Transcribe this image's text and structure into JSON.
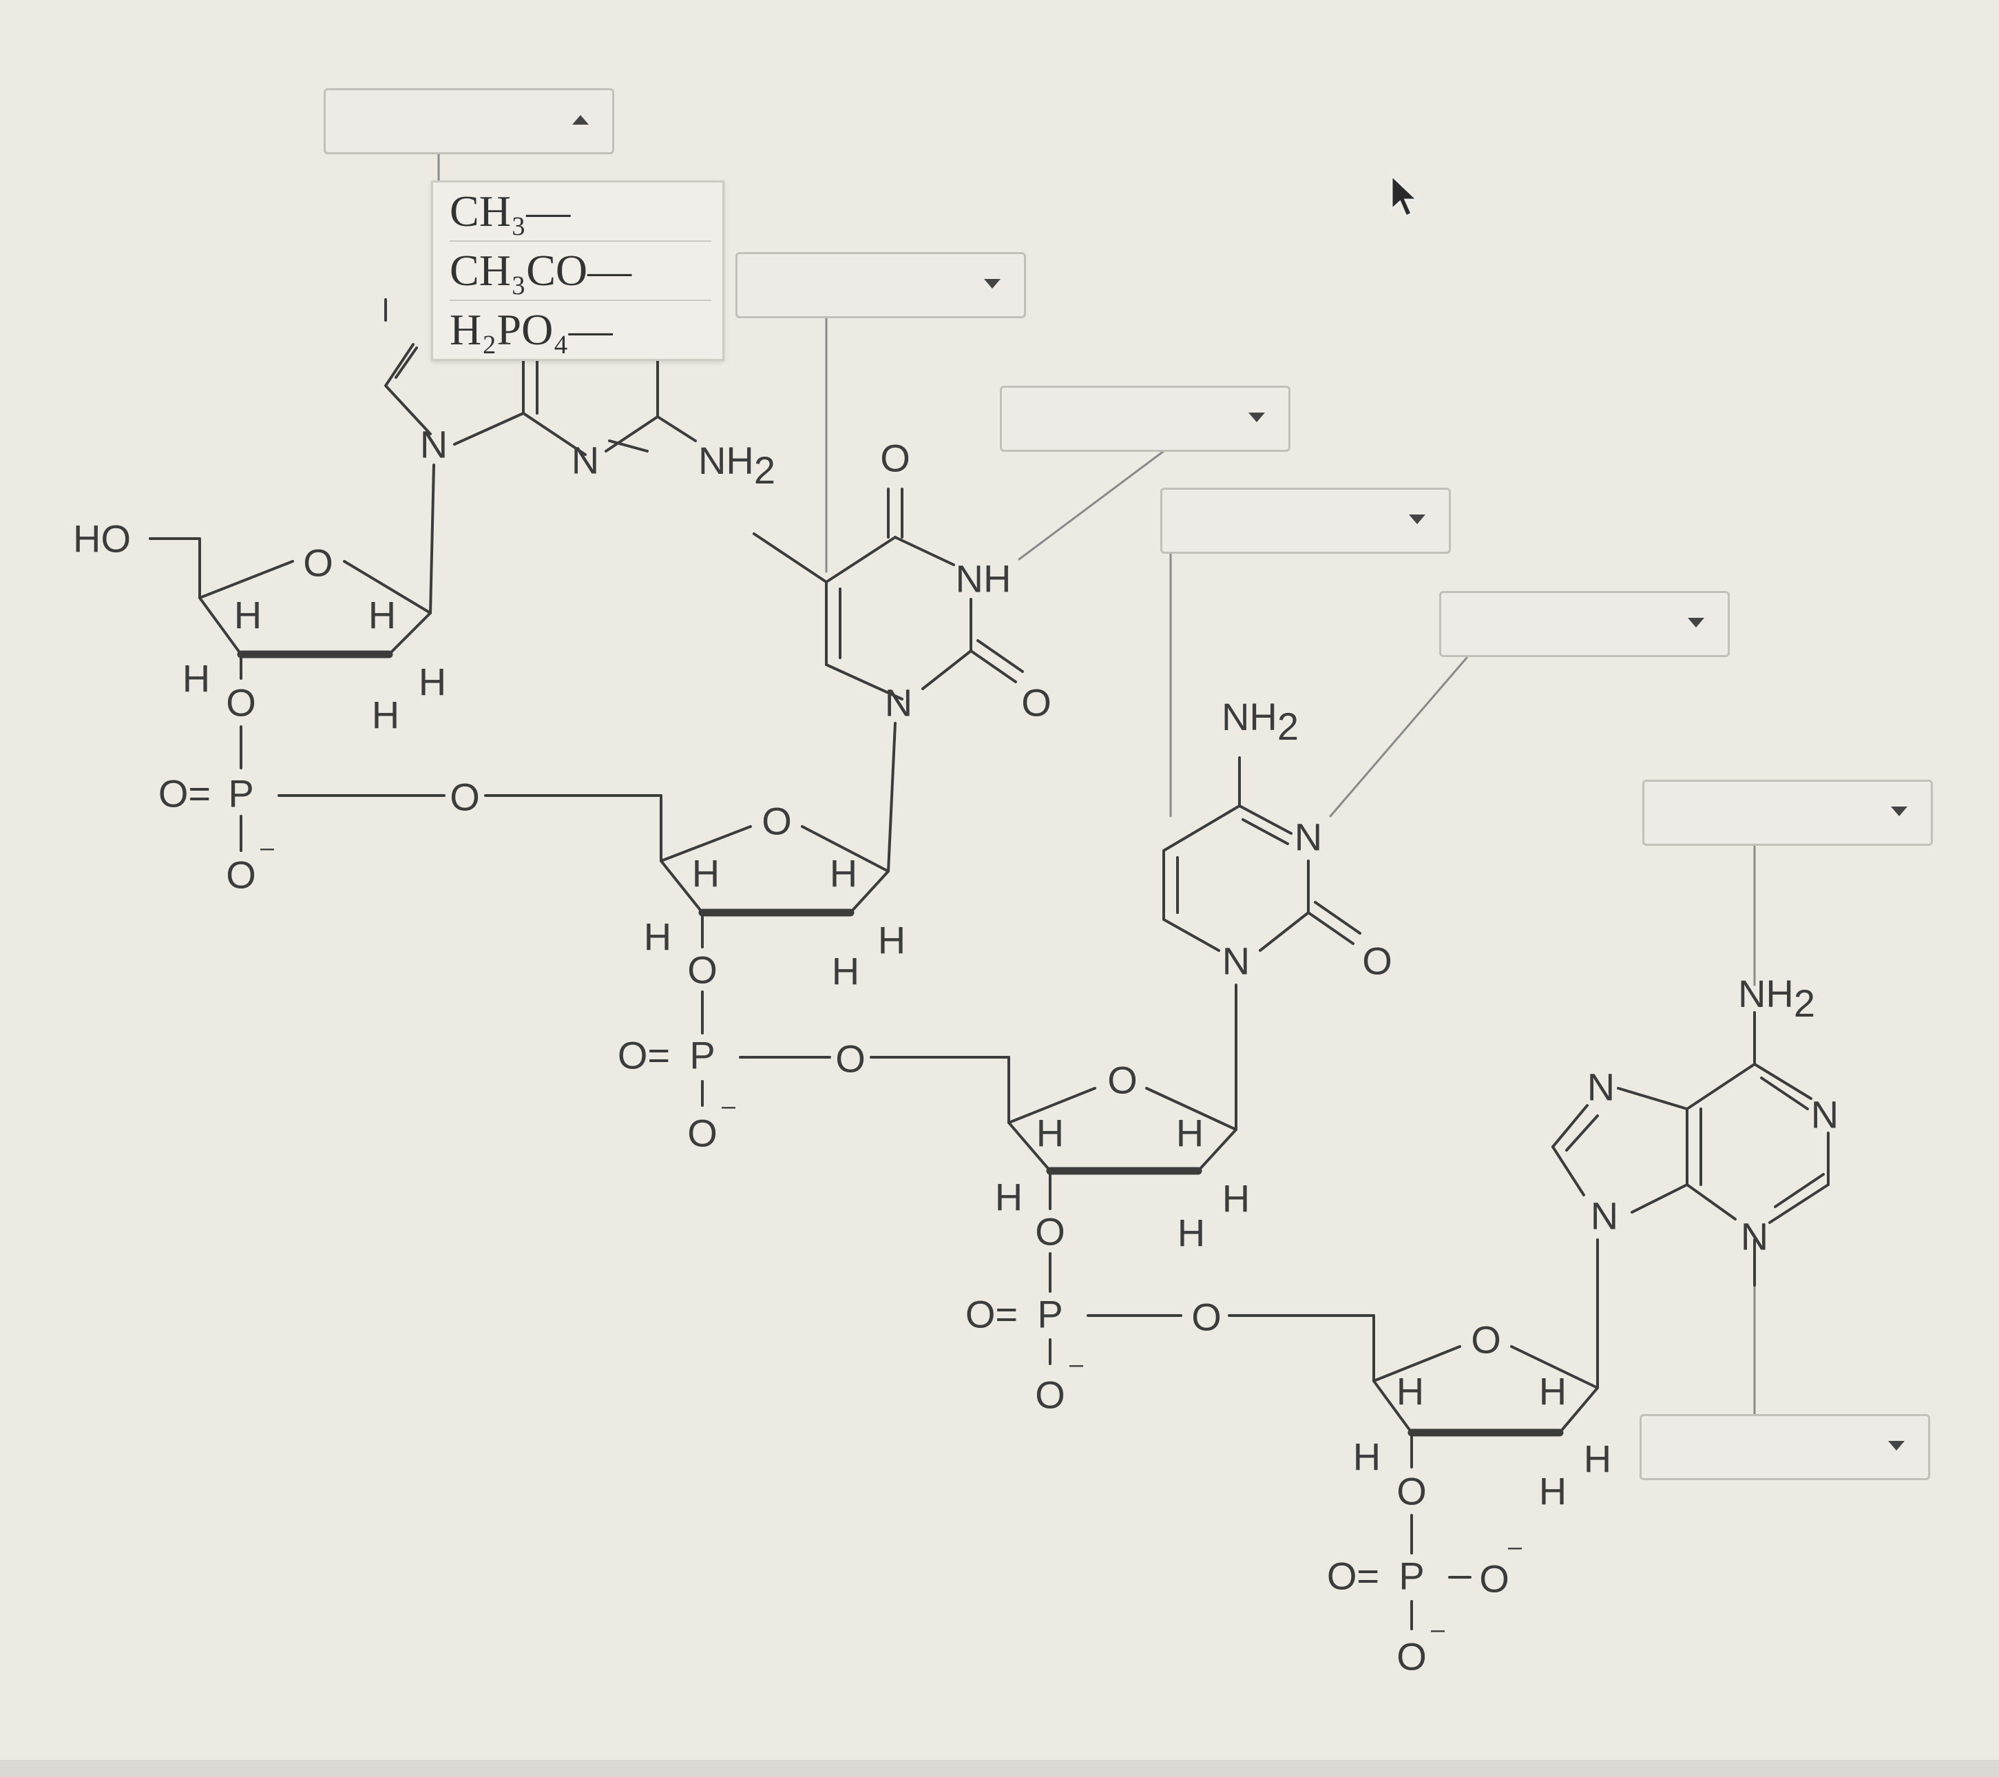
{
  "labels": {
    "ho": "HO",
    "o": "O",
    "h": "H",
    "n": "N",
    "p": "P",
    "nh": "NH",
    "nh2": "NH",
    "sub2": "2",
    "charge": "–",
    "dbl": "O="
  },
  "dropdowns": [
    {
      "name": "dropdown-1",
      "value": "",
      "state": "open"
    },
    {
      "name": "dropdown-2",
      "value": "",
      "state": "closed"
    },
    {
      "name": "dropdown-3",
      "value": "",
      "state": "closed"
    },
    {
      "name": "dropdown-4",
      "value": "",
      "state": "closed"
    },
    {
      "name": "dropdown-5",
      "value": "",
      "state": "closed"
    },
    {
      "name": "dropdown-6",
      "value": "",
      "state": "closed"
    },
    {
      "name": "dropdown-7",
      "value": "",
      "state": "closed"
    }
  ],
  "menu": {
    "options": [
      "CH₃—",
      "CH₃CO—",
      "H₂PO₄—"
    ]
  },
  "colors": {
    "background": "#ede9e3",
    "ink": "#3c3c3c",
    "dropdown_border": "#c3c0bb"
  }
}
